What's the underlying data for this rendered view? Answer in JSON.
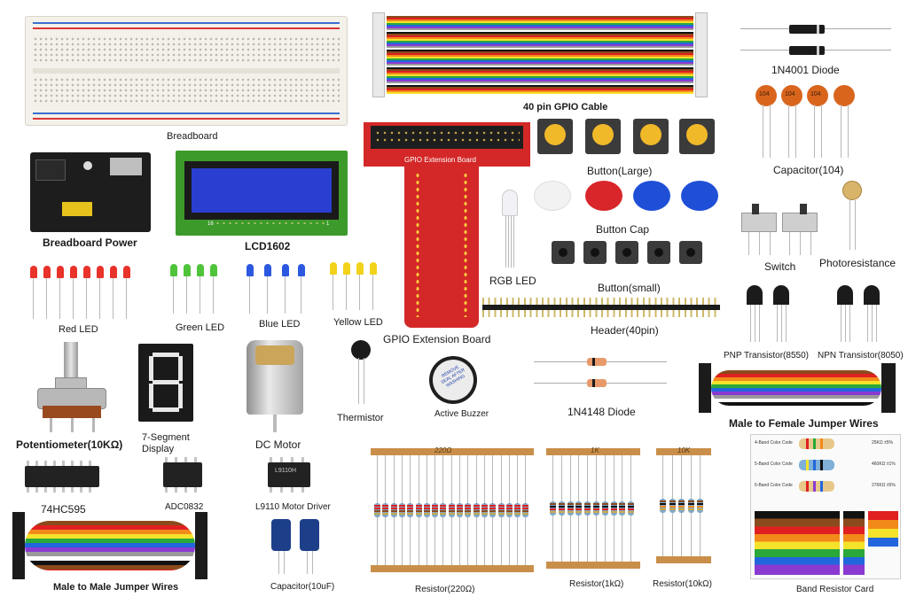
{
  "labels": {
    "breadboard": "Breadboard",
    "gpio_cable": "40 pin GPIO Cable",
    "diode_1n4001": "1N4001 Diode",
    "button_large": "Button(Large)",
    "capacitor_104": "Capacitor(104)",
    "breadboard_power": "Breadboard Power",
    "lcd1602": "LCD1602",
    "button_cap": "Button Cap",
    "switch": "Switch",
    "photoresistance": "Photoresistance",
    "rgb_led": "RGB LED",
    "button_small": "Button(small)",
    "red_led": "Red LED",
    "green_led": "Green LED",
    "blue_led": "Blue LED",
    "yellow_led": "Yellow LED",
    "gpio_extension_board": "GPIO Extension Board",
    "header_40pin": "Header(40pin)",
    "pnp_transistor": "PNP Transistor(8550)",
    "npn_transistor": "NPN Transistor(8050)",
    "thermistor": "Thermistor",
    "active_buzzer": "Active Buzzer",
    "diode_1n4148": "1N4148 Diode",
    "male_female_wires": "Male to Female Jumper Wires",
    "potentiometer": "Potentiometer(10KΩ)",
    "seven_segment_1": "7-Segment",
    "seven_segment_2": "Display",
    "dc_motor": "DC Motor",
    "ic_74hc595": "74HC595",
    "adc0832": "ADC0832",
    "l9110": "L9110 Motor Driver",
    "male_male_wires": "Male to Male Jumper Wires",
    "capacitor_10uf": "Capacitor(10uF)",
    "resistor_220": "Resistor(220Ω)",
    "resistor_1k": "Resistor(1kΩ)",
    "resistor_10k": "Resistor(10kΩ)",
    "band_resistor_card": "Band Resistor Card"
  },
  "printed": {
    "gpio_board_title": "GPIO Extension Board",
    "cap_code": "104",
    "tape_220": "220Ω",
    "tape_1k": "1K",
    "tape_10k": "10K",
    "lcd_pins": "16",
    "lcd_pin1": "1",
    "buzzer_text": "REMOVE SEAL AFTER WASHING",
    "motor_driver_chip": "L9110H",
    "card_rows": [
      "4-Band Color Code",
      "5-Band Color Code",
      "6-Band Color Code"
    ],
    "card_values": [
      "25KΩ ±5%",
      "460KΩ ±1%",
      "276KΩ ±5%"
    ]
  },
  "colors": {
    "led_red": "#e8322a",
    "led_green": "#4fc43a",
    "led_blue": "#2c58e0",
    "led_yellow": "#f2d21a",
    "gpio_board": "#d42828",
    "lcd_screen": "#2a3fd0",
    "lcd_pcb": "#3c9a2a",
    "button_cap_red": "#d8262a",
    "button_cap_blue": "#1f4fd6",
    "button_large_top": "#f0b92a",
    "capacitor_104": "#d9651d",
    "wire_rainbow": [
      "#111111",
      "#8b4a1b",
      "#e02020",
      "#f28a1a",
      "#f5e22a",
      "#2aa83a",
      "#2266dd",
      "#8a3ad0",
      "#9a9a9a",
      "#ffffff"
    ]
  }
}
